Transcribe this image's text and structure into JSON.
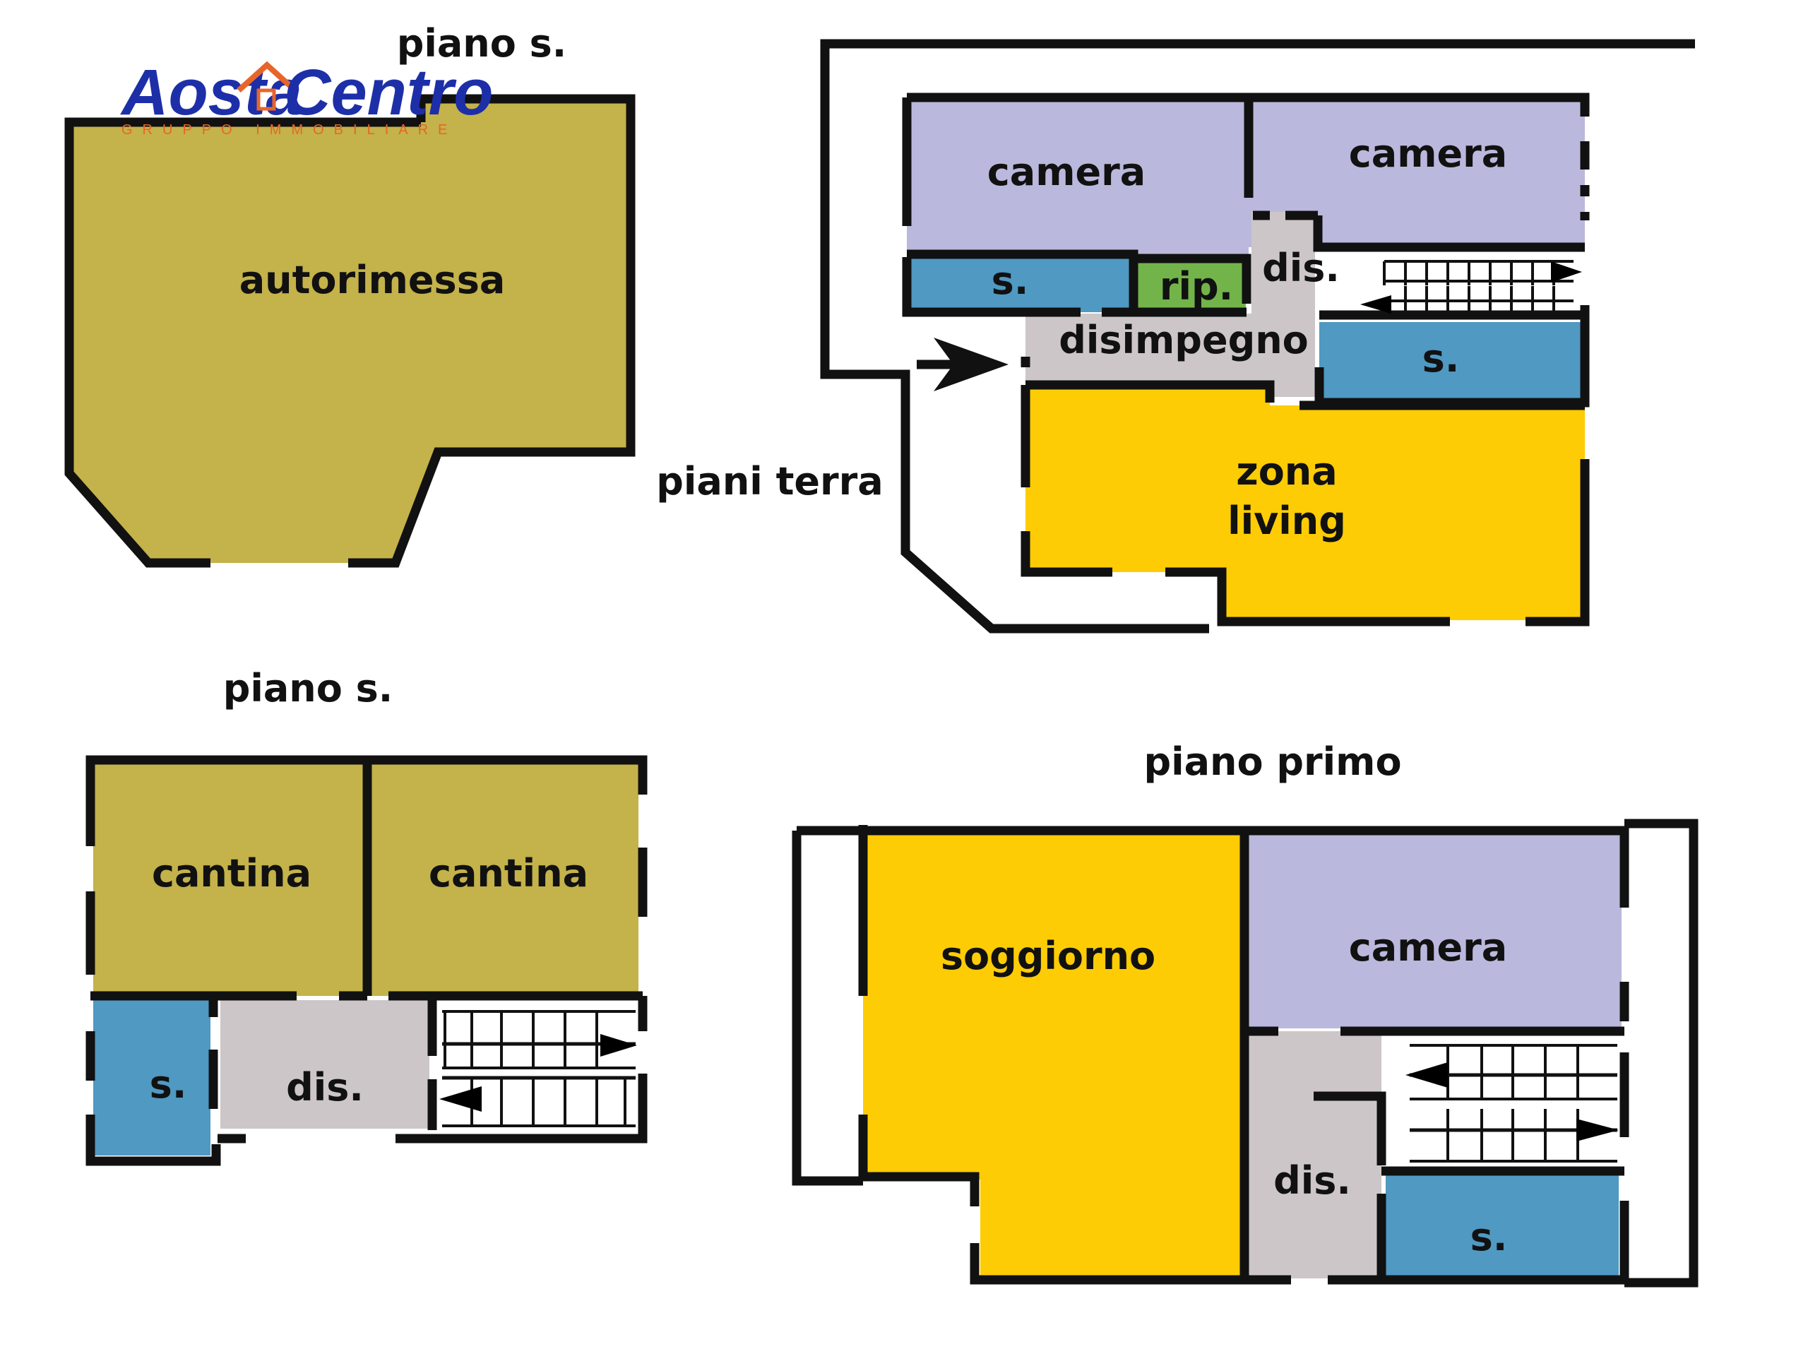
{
  "colors": {
    "garage": "#c4b24a",
    "bedroom": "#bbb8dd",
    "bath": "#4f99c2",
    "storage": "#72b44a",
    "hall": "#cdc6c9",
    "living": "#fdcc05",
    "wall": "#111111",
    "logo_blue": "#1d2fa8",
    "logo_orange": "#e8652a"
  },
  "logo": {
    "part1": "Aosta",
    "part2": "Centro",
    "subtitle": "GRUPPO IMMOBILIARE",
    "icon": "house-icon"
  },
  "floors": {
    "garage_level": {
      "label": "piano s.",
      "rooms": {
        "autorimessa": "autorimessa"
      }
    },
    "ground": {
      "label": "piani terra",
      "rooms": {
        "camera_left": "camera",
        "camera_right": "camera",
        "bath_left": "s.",
        "storage": "rip.",
        "dis": "dis.",
        "disimpegno": "disimpegno",
        "bath_right": "s.",
        "living_1": "zona",
        "living_2": "living"
      }
    },
    "basement": {
      "label": "piano s.",
      "rooms": {
        "cantina_left": "cantina",
        "cantina_right": "cantina",
        "bath": "s.",
        "dis": "dis."
      }
    },
    "first": {
      "label": "piano primo",
      "rooms": {
        "soggiorno": "soggiorno",
        "camera": "camera",
        "dis": "dis.",
        "bath": "s."
      }
    }
  }
}
